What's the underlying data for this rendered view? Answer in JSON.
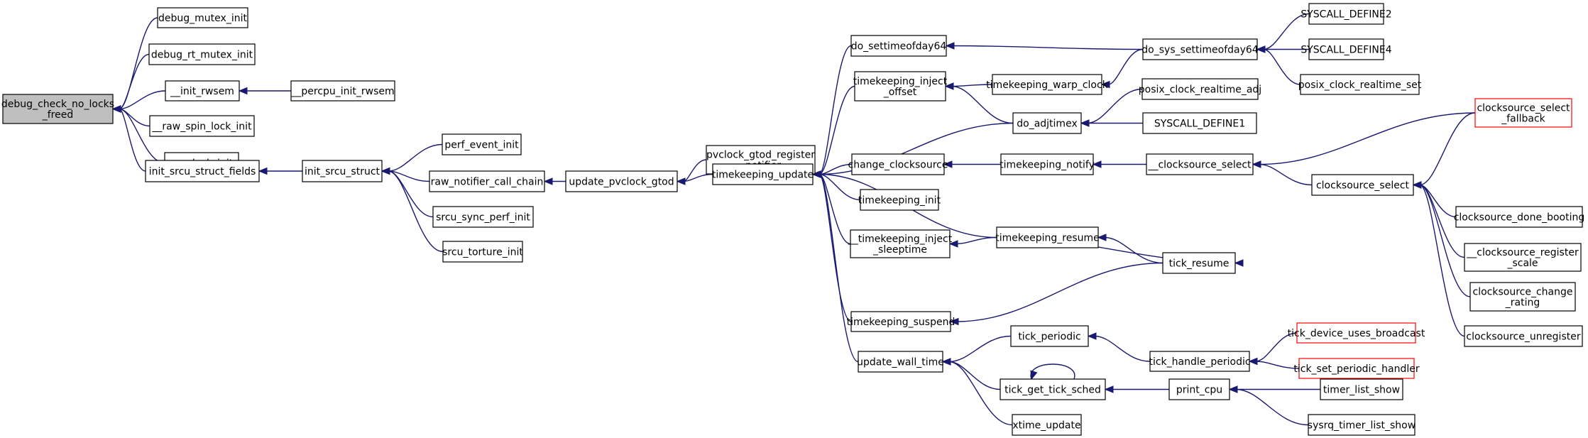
{
  "diagram": {
    "type": "call-graph",
    "colors": {
      "edge": "#191970",
      "node_border": "#000000",
      "root_fill": "#bfbfbf",
      "incomplete_border": "#ff0000"
    },
    "nodes": [
      {
        "id": "n0",
        "lines": [
          "debug_check_no_locks",
          "_freed"
        ],
        "style": "root"
      },
      {
        "id": "n1",
        "lines": [
          "debug_mutex_init"
        ]
      },
      {
        "id": "n2",
        "lines": [
          "debug_rt_mutex_init"
        ]
      },
      {
        "id": "n3",
        "lines": [
          "__init_rwsem"
        ]
      },
      {
        "id": "n4",
        "lines": [
          "__raw_spin_lock_init"
        ]
      },
      {
        "id": "n5",
        "lines": [
          "__rwlock_init"
        ]
      },
      {
        "id": "n6",
        "lines": [
          "init_srcu_struct_fields"
        ]
      },
      {
        "id": "n7",
        "lines": [
          "__percpu_init_rwsem"
        ]
      },
      {
        "id": "n8",
        "lines": [
          "init_srcu_struct"
        ]
      },
      {
        "id": "n9",
        "lines": [
          "perf_event_init"
        ]
      },
      {
        "id": "n10",
        "lines": [
          "raw_notifier_call_chain"
        ]
      },
      {
        "id": "n11",
        "lines": [
          "srcu_sync_perf_init"
        ]
      },
      {
        "id": "n12",
        "lines": [
          "srcu_torture_init"
        ]
      },
      {
        "id": "n13",
        "lines": [
          "update_pvclock_gtod"
        ]
      },
      {
        "id": "n14",
        "lines": [
          "pvclock_gtod_register",
          "_notifier"
        ]
      },
      {
        "id": "n15",
        "lines": [
          "timekeeping_update"
        ]
      },
      {
        "id": "n16",
        "lines": [
          "do_settimeofday64"
        ]
      },
      {
        "id": "n17",
        "lines": [
          "timekeeping_inject",
          "_offset"
        ]
      },
      {
        "id": "n18",
        "lines": [
          "change_clocksource"
        ]
      },
      {
        "id": "n19",
        "lines": [
          "timekeeping_init"
        ]
      },
      {
        "id": "n20",
        "lines": [
          "__timekeeping_inject",
          "_sleeptime"
        ]
      },
      {
        "id": "n21",
        "lines": [
          "timekeeping_suspend"
        ]
      },
      {
        "id": "n22",
        "lines": [
          "update_wall_time"
        ]
      },
      {
        "id": "n23",
        "lines": [
          "do_sys_settimeofday64"
        ]
      },
      {
        "id": "n24",
        "lines": [
          "timekeeping_warp_clock"
        ]
      },
      {
        "id": "n25",
        "lines": [
          "do_adjtimex"
        ]
      },
      {
        "id": "n26",
        "lines": [
          "timekeeping_notify"
        ]
      },
      {
        "id": "n27",
        "lines": [
          "timekeeping_resume"
        ]
      },
      {
        "id": "n28",
        "lines": [
          "tick_periodic"
        ]
      },
      {
        "id": "n29",
        "lines": [
          "tick_get_tick_sched"
        ]
      },
      {
        "id": "n30",
        "lines": [
          "xtime_update"
        ]
      },
      {
        "id": "n31",
        "lines": [
          "SYSCALL_DEFINE2"
        ]
      },
      {
        "id": "n32",
        "lines": [
          "SYSCALL_DEFINE4"
        ]
      },
      {
        "id": "n33",
        "lines": [
          "posix_clock_realtime_set"
        ]
      },
      {
        "id": "n34",
        "lines": [
          "posix_clock_realtime_adj"
        ]
      },
      {
        "id": "n35",
        "lines": [
          "SYSCALL_DEFINE1"
        ]
      },
      {
        "id": "n36",
        "lines": [
          "__clocksource_select"
        ]
      },
      {
        "id": "n37",
        "lines": [
          "tick_resume"
        ]
      },
      {
        "id": "n38",
        "lines": [
          "tick_handle_periodic"
        ]
      },
      {
        "id": "n39",
        "lines": [
          "print_cpu"
        ]
      },
      {
        "id": "n40",
        "lines": [
          "clocksource_select",
          "_fallback"
        ],
        "style": "red"
      },
      {
        "id": "n41",
        "lines": [
          "clocksource_select"
        ]
      },
      {
        "id": "n42",
        "lines": [
          "clocksource_done_booting"
        ]
      },
      {
        "id": "n43",
        "lines": [
          "__clocksource_register",
          "_scale"
        ]
      },
      {
        "id": "n44",
        "lines": [
          "clocksource_change",
          "_rating"
        ]
      },
      {
        "id": "n45",
        "lines": [
          "clocksource_unregister"
        ]
      },
      {
        "id": "n46",
        "lines": [
          "tick_device_uses_broadcast"
        ],
        "style": "red"
      },
      {
        "id": "n47",
        "lines": [
          "tick_set_periodic_handler"
        ],
        "style": "red"
      },
      {
        "id": "n48",
        "lines": [
          "timer_list_show"
        ]
      },
      {
        "id": "n49",
        "lines": [
          "sysrq_timer_list_show"
        ]
      }
    ],
    "edges": [
      [
        "n1",
        "n0"
      ],
      [
        "n2",
        "n0"
      ],
      [
        "n3",
        "n0"
      ],
      [
        "n4",
        "n0"
      ],
      [
        "n5",
        "n0"
      ],
      [
        "n6",
        "n0"
      ],
      [
        "n7",
        "n3"
      ],
      [
        "n8",
        "n6"
      ],
      [
        "n9",
        "n8"
      ],
      [
        "n10",
        "n8"
      ],
      [
        "n11",
        "n8"
      ],
      [
        "n12",
        "n8"
      ],
      [
        "n13",
        "n10"
      ],
      [
        "n14",
        "n13"
      ],
      [
        "n15",
        "n13"
      ],
      [
        "n16",
        "n15"
      ],
      [
        "n17",
        "n15"
      ],
      [
        "n25",
        "n15"
      ],
      [
        "n18",
        "n15"
      ],
      [
        "n19",
        "n15"
      ],
      [
        "n20",
        "n15"
      ],
      [
        "n27",
        "n15"
      ],
      [
        "n21",
        "n15"
      ],
      [
        "n22",
        "n15"
      ],
      [
        "n23",
        "n16"
      ],
      [
        "n24",
        "n17"
      ],
      [
        "n25",
        "n17"
      ],
      [
        "n23",
        "n24"
      ],
      [
        "n34",
        "n25"
      ],
      [
        "n35",
        "n25"
      ],
      [
        "n31",
        "n23"
      ],
      [
        "n32",
        "n23"
      ],
      [
        "n33",
        "n23"
      ],
      [
        "n26",
        "n18"
      ],
      [
        "n36",
        "n26"
      ],
      [
        "n40",
        "n36"
      ],
      [
        "n41",
        "n36"
      ],
      [
        "n40",
        "n41"
      ],
      [
        "n42",
        "n41"
      ],
      [
        "n43",
        "n41"
      ],
      [
        "n44",
        "n41"
      ],
      [
        "n45",
        "n41"
      ],
      [
        "n27",
        "n20"
      ],
      [
        "n37",
        "n27"
      ],
      [
        "n27",
        "n37"
      ],
      [
        "n37",
        "n21"
      ],
      [
        "n28",
        "n22"
      ],
      [
        "n29",
        "n22"
      ],
      [
        "n30",
        "n22"
      ],
      [
        "n29",
        "n29"
      ],
      [
        "n38",
        "n28"
      ],
      [
        "n46",
        "n38"
      ],
      [
        "n47",
        "n38"
      ],
      [
        "n39",
        "n29"
      ],
      [
        "n48",
        "n39"
      ],
      [
        "n49",
        "n39"
      ]
    ]
  }
}
